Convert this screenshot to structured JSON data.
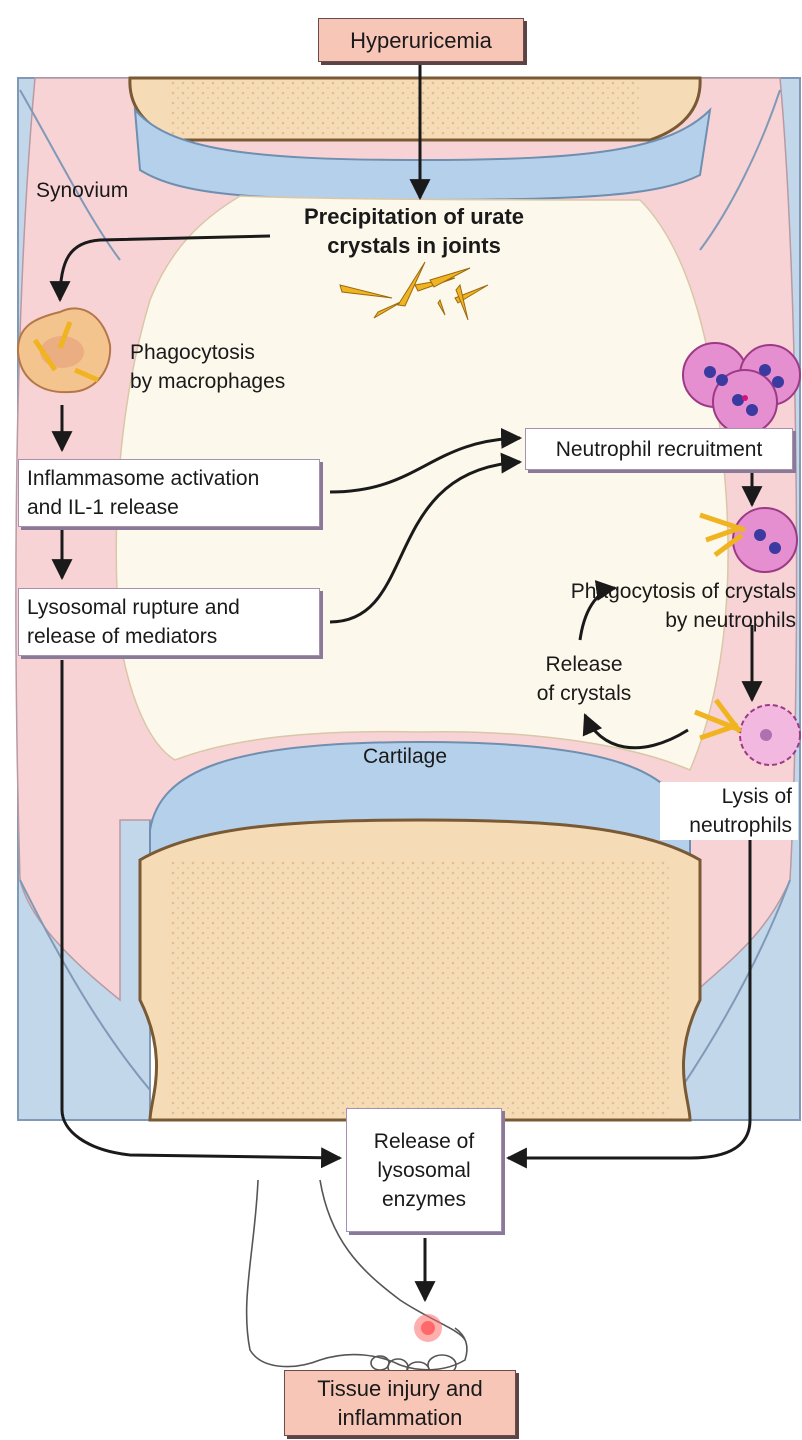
{
  "labels": {
    "hyperuricemia": "Hyperuricemia",
    "synovium": "Synovium",
    "precipitation": "Precipitation of urate\ncrystals in joints",
    "phagocytosis_macrophages": "Phagocytosis\nby macrophages",
    "inflammasome": "Inflammasome activation\nand IL-1 release",
    "lysosomal_rupture": "Lysosomal rupture and\nrelease of mediators",
    "neutrophil_recruitment": "Neutrophil recruitment",
    "phagocytosis_neutrophils": "Phagocytosis of crystals\nby neutrophils",
    "release_crystals": "Release\nof crystals",
    "cartilage": "Cartilage",
    "lysis_neutrophils": "Lysis of\nneutrophils",
    "release_enzymes": "Release of\nlysosomal\nenzymes",
    "tissue_injury": "Tissue injury and\ninflammation"
  },
  "colors": {
    "synovium": "#f8d3d6",
    "ligament": "#c3d7ea",
    "bone": "#f6dcb6",
    "cartilage": "#b4d0ea",
    "joint_fluid": "#fdf8ec",
    "crystal": "#f0b420",
    "neutrophil": "#d65ab4",
    "macrophage": "#f4c48e",
    "pink_box": "#f7c6b7",
    "arrow": "#1a1a1a"
  }
}
